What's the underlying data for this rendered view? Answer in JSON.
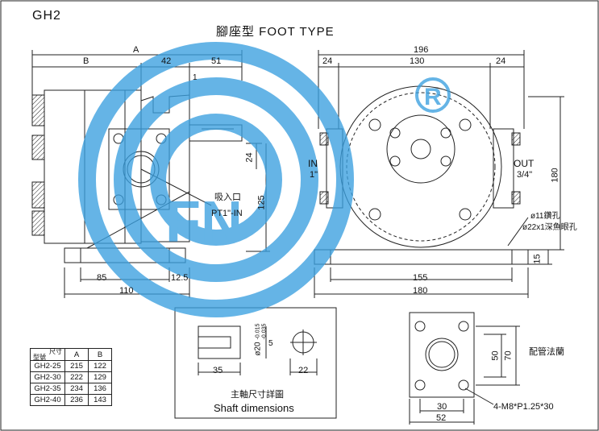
{
  "model": "GH2",
  "title": "腳座型 FOOT TYPE",
  "watermark": {
    "text": "FN",
    "mark": "®",
    "color": "#3aa0e0"
  },
  "side_view": {
    "dims": {
      "A": "A",
      "B": "B",
      "d42": "42",
      "d51": "51",
      "d1": "1",
      "d24": "24",
      "d125": "125",
      "d85": "85",
      "d12_5": "12.5",
      "d110": "110"
    },
    "inlet_label": "吸入口",
    "inlet_thread": "PT1\"-IN"
  },
  "front_view": {
    "dims": {
      "d196": "196",
      "d24a": "24",
      "d130": "130",
      "d24b": "24",
      "d180h": "180",
      "d15": "15",
      "d155": "155",
      "d180w": "180"
    },
    "in_label": "IN",
    "in_size": "1\"",
    "out_label": "OUT",
    "out_size": "3/4\"",
    "hole1": "ø11鑽孔",
    "hole2": "ø22x1深魚眼孔"
  },
  "shaft": {
    "title_cn": "主軸尺寸詳圖",
    "title_en": "Shaft dimensions",
    "tol_top": "-0.015",
    "tol_bot": "-0.035",
    "dia": "ø20",
    "key": "5",
    "len35": "35",
    "len22": "22"
  },
  "flange": {
    "title": "配管法蘭",
    "d50": "50",
    "d70": "70",
    "d30": "30",
    "d52": "52",
    "bolts": "4-M8*P1.25*30"
  },
  "table": {
    "header": {
      "model": "型號",
      "size": "尺寸",
      "A": "A",
      "B": "B"
    },
    "rows": [
      {
        "model": "GH2-25",
        "A": "215",
        "B": "122"
      },
      {
        "model": "GH2-30",
        "A": "222",
        "B": "129"
      },
      {
        "model": "GH2-35",
        "A": "234",
        "B": "136"
      },
      {
        "model": "GH2-40",
        "A": "236",
        "B": "143"
      }
    ]
  }
}
